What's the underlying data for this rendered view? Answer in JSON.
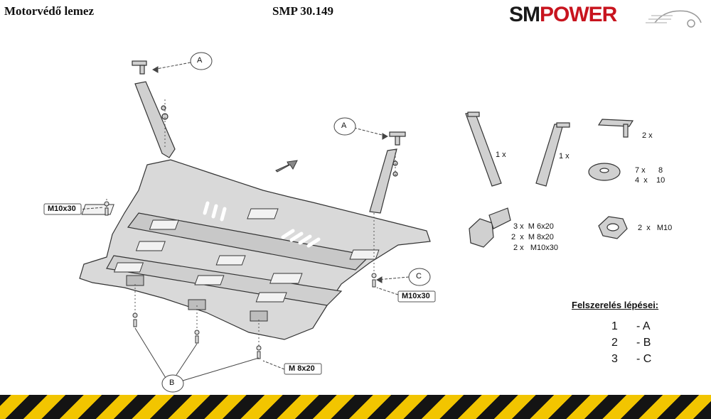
{
  "header": {
    "title": "Motorvédő lemez",
    "code": "SMP 30.149",
    "logo": {
      "part1": "SM",
      "part2": "POWER"
    }
  },
  "callouts": {
    "A": "A",
    "B": "B",
    "C": "C"
  },
  "bolt_labels": {
    "left": "M10x30",
    "right": "M10x30",
    "bottom": "M 8x20"
  },
  "parts": {
    "bracket1_qty": "1 x",
    "bracket2_qty": "1 x",
    "clip_qty": "2 x",
    "washer_line1": "7 x      8",
    "washer_line2": "4  x    10",
    "bolts_line1": "3 x  M 6x20",
    "bolts_line2": "2  x  M 8x20",
    "bolts_line3": "2 x   M10x30",
    "nut_line": "2  x   M10"
  },
  "steps": {
    "title": "Felszerelés lépései:",
    "items": [
      {
        "num": "1",
        "label": "- A"
      },
      {
        "num": "2",
        "label": "- B"
      },
      {
        "num": "3",
        "label": "- C"
      }
    ]
  },
  "colors": {
    "brand_red": "#c8141e",
    "hazard_yellow": "#f2c500",
    "hazard_black": "#141414"
  }
}
